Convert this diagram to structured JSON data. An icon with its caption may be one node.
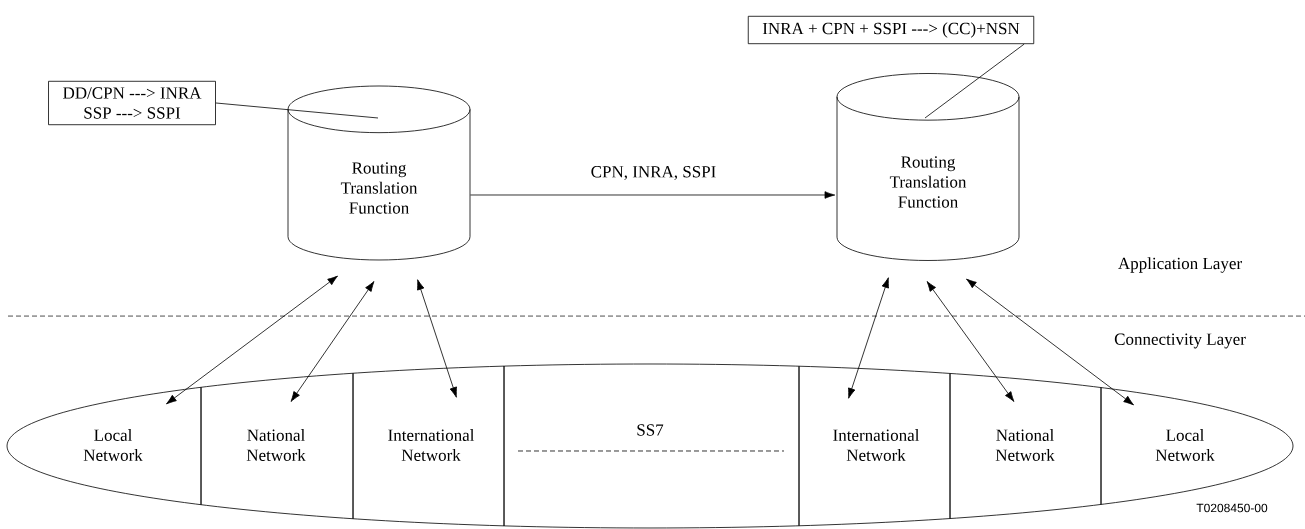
{
  "diagram": {
    "nodes": [
      {
        "text": [
          "DD/CPN ---> INRA",
          "SSP ---> SSPI"
        ]
      },
      {
        "text": [
          "Routing Translation Function"
        ]
      },
      {
        "text": [
          "INRA + CPN + SSPI ---> (CC)+NSN"
        ]
      },
      {
        "text": [
          "Routing Translation Function"
        ]
      },
      {
        "text": [],
        "shape": "ellipse"
      },
      {
        "text": [
          "Local Network"
        ],
        "in": 4
      },
      {
        "text": [
          "National Network"
        ],
        "in": 4
      },
      {
        "text": [
          "International Network"
        ],
        "in": 4
      },
      {
        "text": [
          "SS7"
        ],
        "in": 4
      },
      {
        "text": [
          "International Network"
        ],
        "in": 4
      },
      {
        "text": [
          "National Network"
        ],
        "in": 4
      },
      {
        "text": [
          "Local Network"
        ],
        "in": 4
      }
    ],
    "edges": [
      {
        "from": 0,
        "to": 1,
        "arrow": "none"
      },
      {
        "from": 2,
        "to": 3,
        "arrow": "none"
      },
      {
        "from": 1,
        "to": 3,
        "arrow": "to",
        "label": "CPN, INRA, SSPI"
      },
      {
        "from": 1,
        "to": 5,
        "arrow": "both"
      },
      {
        "from": 1,
        "to": 6,
        "arrow": "both"
      },
      {
        "from": 1,
        "to": 7,
        "arrow": "both"
      },
      {
        "from": 3,
        "to": 9,
        "arrow": "both"
      },
      {
        "from": 3,
        "to": 10,
        "arrow": "both"
      },
      {
        "from": 3,
        "to": 11,
        "arrow": "both"
      }
    ],
    "labels": [
      "Application Layer",
      "Connectivity Layer",
      "T0208450-00"
    ]
  }
}
